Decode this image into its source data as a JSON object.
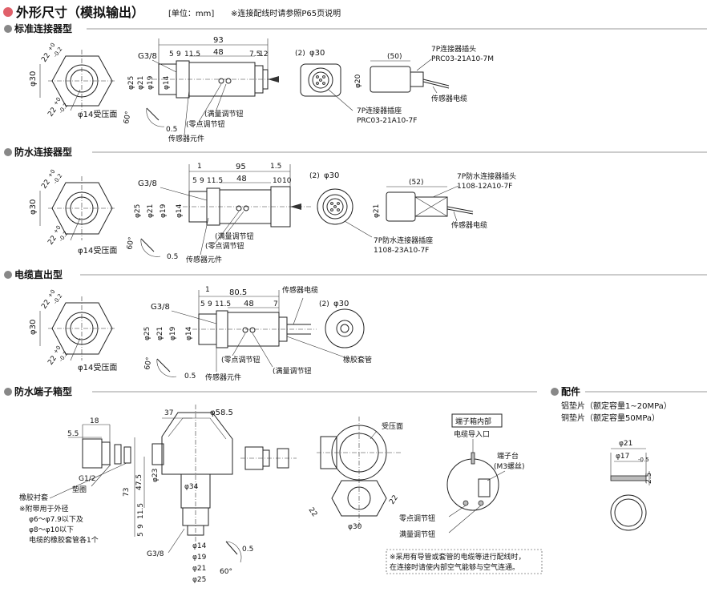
{
  "header": {
    "title": "外形尺寸（模拟输出）",
    "unit": "[单位：mm]",
    "note": "※连接配线时请参照P65页说明",
    "bullet_color": "#e0606a"
  },
  "common": {
    "d30": "φ30",
    "d25": "φ25",
    "d21": "φ21",
    "d19": "φ19",
    "d14": "φ14",
    "tol_top": "22",
    "tol_plus": "+0",
    "tol_minus": "-0.2",
    "face": "φ14受压面",
    "g38": "G3/8",
    "ang60": "60°",
    "v05": "0.5",
    "zero": "(零点调节钮",
    "span": "(满量调节钮",
    "sensor_elem": "传感器元件",
    "d5": "5",
    "d9": "9",
    "d11_5": "11.5",
    "d1": "1"
  },
  "s1": {
    "title": "标准连接器型",
    "len": "93",
    "mid": "48",
    "r1": "7.5",
    "r2": "12",
    "paren2": "(2)",
    "fifty": "(50)",
    "d20": "φ20",
    "plug_name": "7P连接器插头",
    "plug_model": "PRC03-21A10-7M",
    "cable": "传感器电缆",
    "socket_name": "7P连接器插座",
    "socket_model": "PRC03-21A10-7F"
  },
  "s2": {
    "title": "防水连接器型",
    "len": "95",
    "mid": "48",
    "r15": "1.5",
    "r10a": "10",
    "r10b": "10",
    "paren2": "(2)",
    "fifty2": "(52)",
    "plug_name": "7P防水连接器插头",
    "plug_model": "1108-12A10-7F",
    "cable": "传感器电缆",
    "socket_name": "7P防水连接器插座",
    "socket_model": "1108-23A10-7F"
  },
  "s3": {
    "title": "电缆直出型",
    "len": "80.5",
    "mid": "48",
    "r7": "7",
    "paren2": "(2)",
    "cable": "传感器电缆",
    "sleeve": "橡胶套管"
  },
  "s4": {
    "title": "防水端子箱型",
    "d18": "18",
    "d5_5": "5.5",
    "g12": "G1/2",
    "washer": "垫圈",
    "rubber": "橡胶衬套",
    "note1": "※附带用于外径",
    "note2": "φ6～φ7.9以下及",
    "note3": "φ8～φ10以下",
    "note4": "电缆的橡胶套管各1个",
    "d37": "37",
    "d58_5": "φ58.5",
    "d73": "73",
    "d47_5": "47.5",
    "d23": "φ23",
    "d34": "φ34",
    "v11_5": "11.5",
    "v9": "9",
    "v5": "5",
    "face": "受压面",
    "box_inside": "端子箱内部",
    "cable_in": "电缆导入口",
    "terminal": "端子台",
    "terminal2": "(M3螺丝)",
    "zero_btn": "零点调节钮",
    "span_btn": "满量调节钮",
    "footnote1": "※采用有导管或套管的电缆等进行配线时，",
    "footnote2": "在连接时请使内部空气能够与空气连通。"
  },
  "parts": {
    "title": "配件",
    "item1": "铝垫片（额定容量1~20MPa）",
    "item2": "铜垫片（额定容量50MPa）",
    "d21": "φ21",
    "d17": "φ17",
    "d17_tol": "-0.5",
    "t25": "2.5"
  }
}
